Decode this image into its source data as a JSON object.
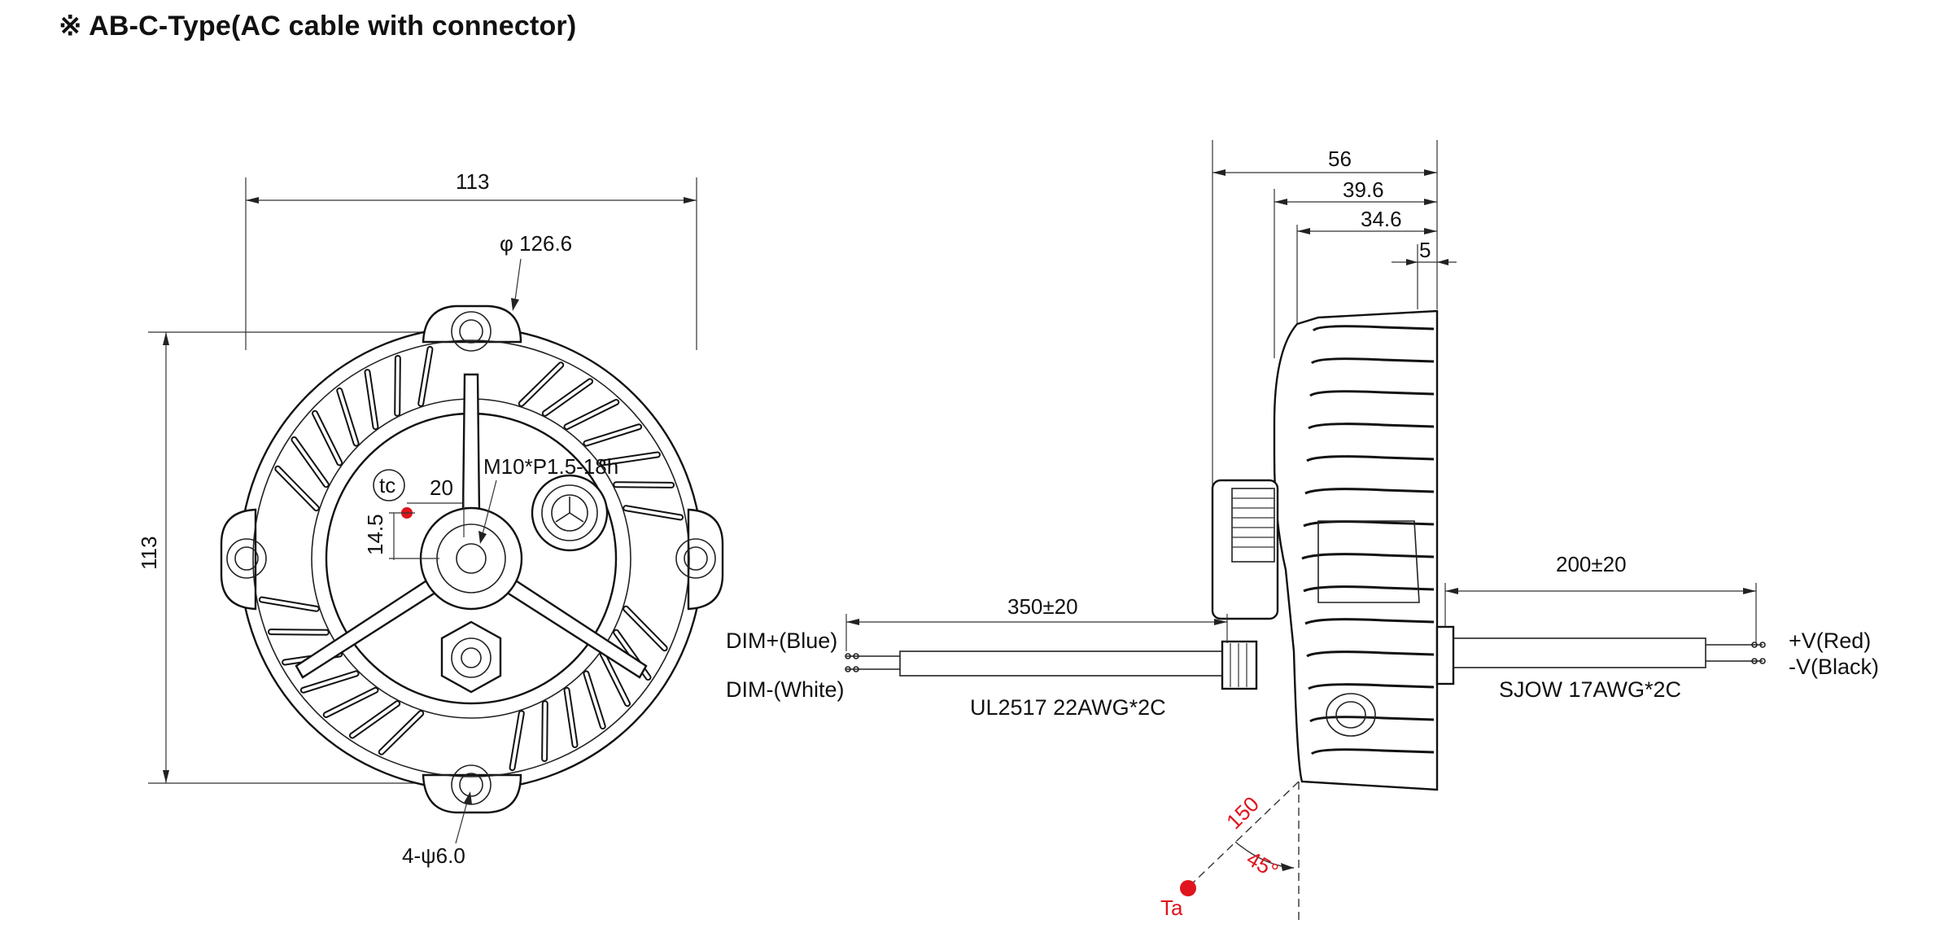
{
  "title": "※ AB-C-Type(AC cable with connector)",
  "front_view": {
    "width_dim": "113",
    "height_dim": "113",
    "diameter_label": "φ 126.6",
    "thread_label": "M10*P1.5-18h",
    "tc_symbol": "tc",
    "tc_x_dim": "20",
    "tc_y_dim": "14.5",
    "mount_holes_label": "4-ψ6.0"
  },
  "side_view": {
    "dim_total": "56",
    "dim_2": "39.6",
    "dim_3": "34.6",
    "dim_4": "5",
    "dim_left_cable": "350±20",
    "dim_right_cable": "200±20",
    "dim_plus_label": "DIM+(Blue)",
    "dim_minus_label": "DIM-(White)",
    "left_cable_spec": "UL2517 22AWG*2C",
    "right_cable_spec": "SJOW 17AWG*2C",
    "v_plus_label": "+V(Red)",
    "v_minus_label": "-V(Black)",
    "ta_distance": "150",
    "ta_angle": "45°",
    "ta_label": "Ta"
  },
  "colors": {
    "annotation": "#e0141c",
    "line": "#222222"
  }
}
